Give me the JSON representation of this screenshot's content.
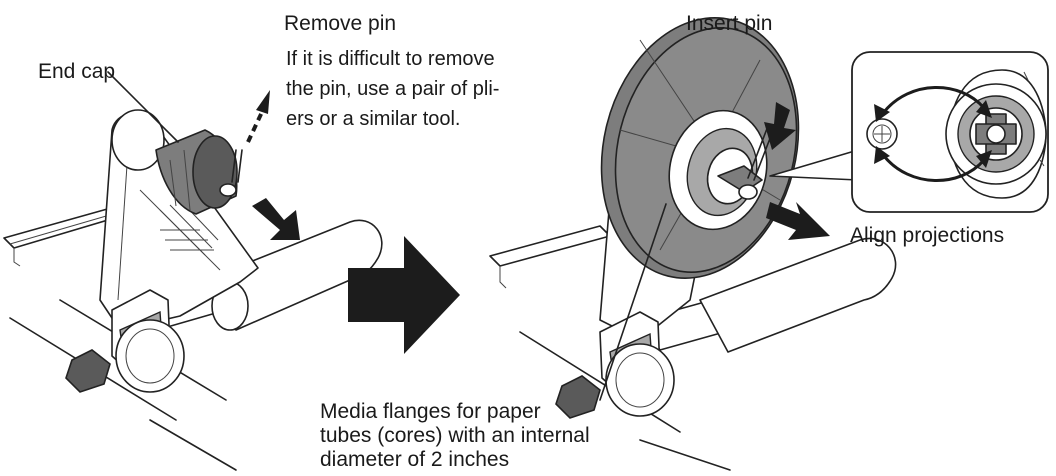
{
  "labels": {
    "end_cap": "End cap",
    "remove_pin": "Remove pin",
    "remove_note": [
      "If it is difficult to remove",
      "the  pin, use a pair of pli-",
      "ers or a similar tool."
    ],
    "insert_pin": "Insert pin",
    "align_projections": "Align projections",
    "media_flanges": [
      "Media flanges for paper",
      "tubes (cores) with an internal",
      "diameter of 2 inches"
    ]
  },
  "colors": {
    "part_fill": "#7d7d7d",
    "line": "#222222",
    "arrow": "#1c1c1c"
  },
  "icons": [
    "remove-pin-arrow",
    "pull-end-cap-arrow",
    "transition-arrow",
    "insert-pin-arrow",
    "push-flange-arrow",
    "align-arrows"
  ]
}
